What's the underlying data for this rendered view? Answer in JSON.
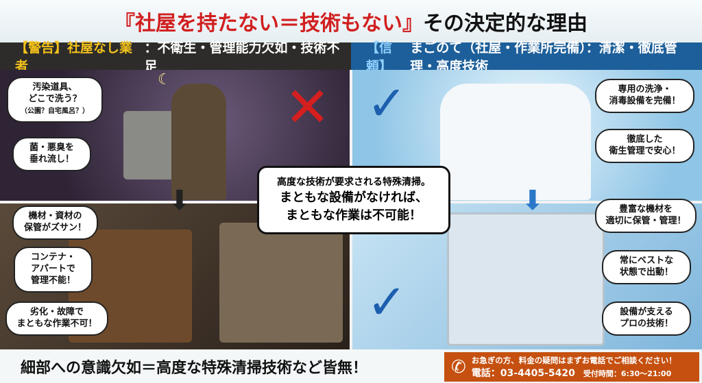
{
  "title": {
    "highlight": "『社屋を持たない＝技術もない』",
    "rest": "その決定的な理由",
    "highlight_color": "#d11f1f"
  },
  "left": {
    "header_tag": "【警告】社屋なし業者",
    "header_rest": "：不衛生・管理能力欠如・技術不足",
    "tag_color": "#f3c21b",
    "bubbles": [
      "汚染道具、\nどこで洗う？",
      "（公園？自宅風呂？）",
      "菌・悪臭を\n垂れ流し！",
      "機材・資材の\n保管がズサン！",
      "コンテナ・\nアパートで\n管理不能！",
      "劣化・故障で\nまともな作業不可！"
    ],
    "mark": "✕"
  },
  "right": {
    "header_tag": "【信頼】",
    "header_rest": "まごのて（社屋・作業所完備）：清潔・徹底管理・高度技術",
    "tag_color": "#8fd0ff",
    "bubbles": [
      "専用の洗浄・\n消毒設備を完備！",
      "徹底した\n衛生管理で安心！",
      "豊富な機材を\n適切に保管・管理！",
      "常にベストな\n状態で出動！",
      "設備が支える\nプロの技術！"
    ],
    "mark": "✓"
  },
  "center": {
    "line1": "高度な技術が要求される特殊清掃。",
    "line2": "まともな設備がなければ、\nまともな作業は不可能！"
  },
  "footer": {
    "message": "細部への意識欠如＝高度な特殊清掃技術など皆無！",
    "contact_note": "お急ぎの方、料金の疑問はまずお電話でご相談ください！",
    "phone": "電話：03-4405-5420",
    "hours": "受付時間：6:30～21:00",
    "accent": "#c5500f"
  }
}
